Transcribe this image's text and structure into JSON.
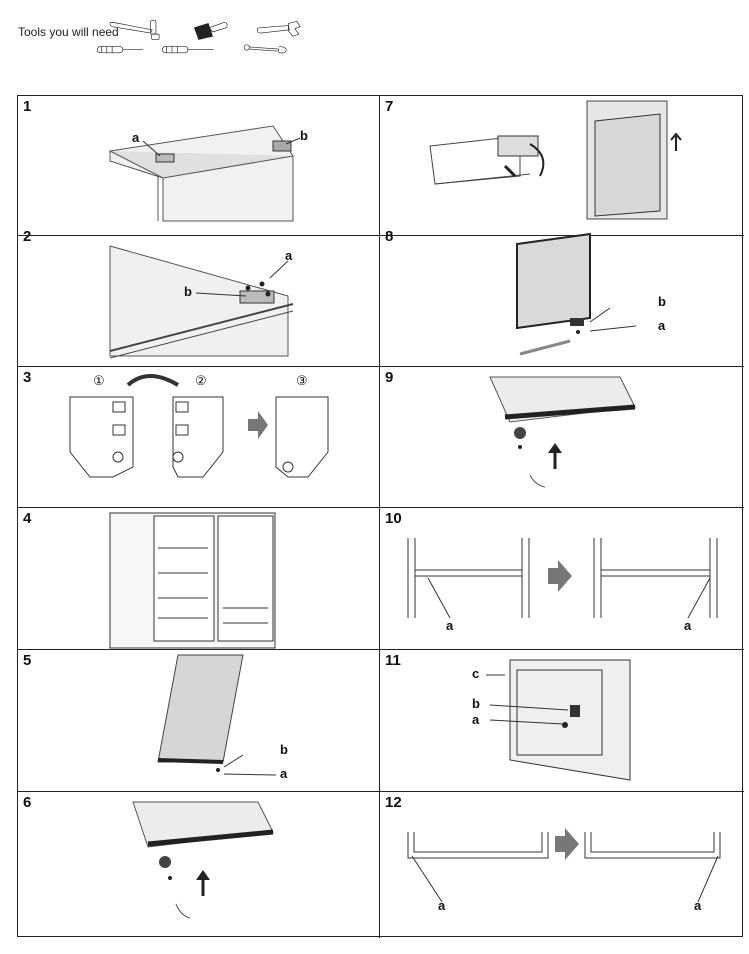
{
  "header": {
    "tools_label": "Tools you will need"
  },
  "tools": [
    {
      "name": "socket-wrench-icon"
    },
    {
      "name": "putty-knife-icon"
    },
    {
      "name": "adjustable-wrench-icon"
    },
    {
      "name": "flathead-screwdriver-icon"
    },
    {
      "name": "phillips-screwdriver-icon"
    },
    {
      "name": "combination-wrench-icon"
    }
  ],
  "steps": [
    {
      "n": "1",
      "labels": [
        "a",
        "b"
      ]
    },
    {
      "n": "7",
      "labels": []
    },
    {
      "n": "2",
      "labels": [
        "a",
        "b"
      ]
    },
    {
      "n": "8",
      "labels": [
        "b",
        "a"
      ]
    },
    {
      "n": "3",
      "labels": [
        "①",
        "②",
        "③"
      ]
    },
    {
      "n": "9",
      "labels": []
    },
    {
      "n": "4",
      "labels": []
    },
    {
      "n": "10",
      "labels": [
        "a",
        "a"
      ]
    },
    {
      "n": "5",
      "labels": [
        "b",
        "a"
      ]
    },
    {
      "n": "11",
      "labels": [
        "c",
        "b",
        "a"
      ]
    },
    {
      "n": "6",
      "labels": []
    },
    {
      "n": "12",
      "labels": [
        "a",
        "a"
      ]
    }
  ]
}
